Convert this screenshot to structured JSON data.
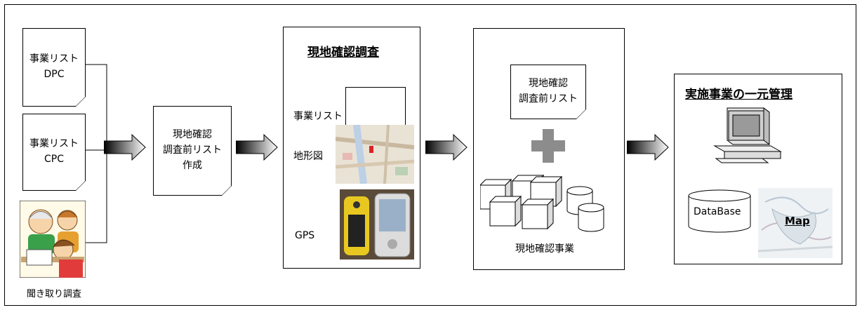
{
  "sources": {
    "doc_dpc": "事業リスト\nDPC",
    "doc_cpc": "事業リスト\nCPC",
    "interview_caption": "聞き取り調査"
  },
  "step_create": {
    "label": "現地確認\n調査前リスト\n作成"
  },
  "field_survey": {
    "title": "現地確認調査",
    "item_list": "事業リスト",
    "item_map": "地形図",
    "item_gps": "GPS"
  },
  "confirm_panel": {
    "doc_label": "現地確認\n調査前リスト",
    "caption": "現地確認事業"
  },
  "management_panel": {
    "title": "実施事業の一元管理",
    "database_label": "DataBase",
    "map_label": "Map"
  },
  "icons": [
    "document-icon",
    "arrow-right-icon",
    "plus-icon",
    "computer-icon",
    "database-icon",
    "box-icon"
  ]
}
